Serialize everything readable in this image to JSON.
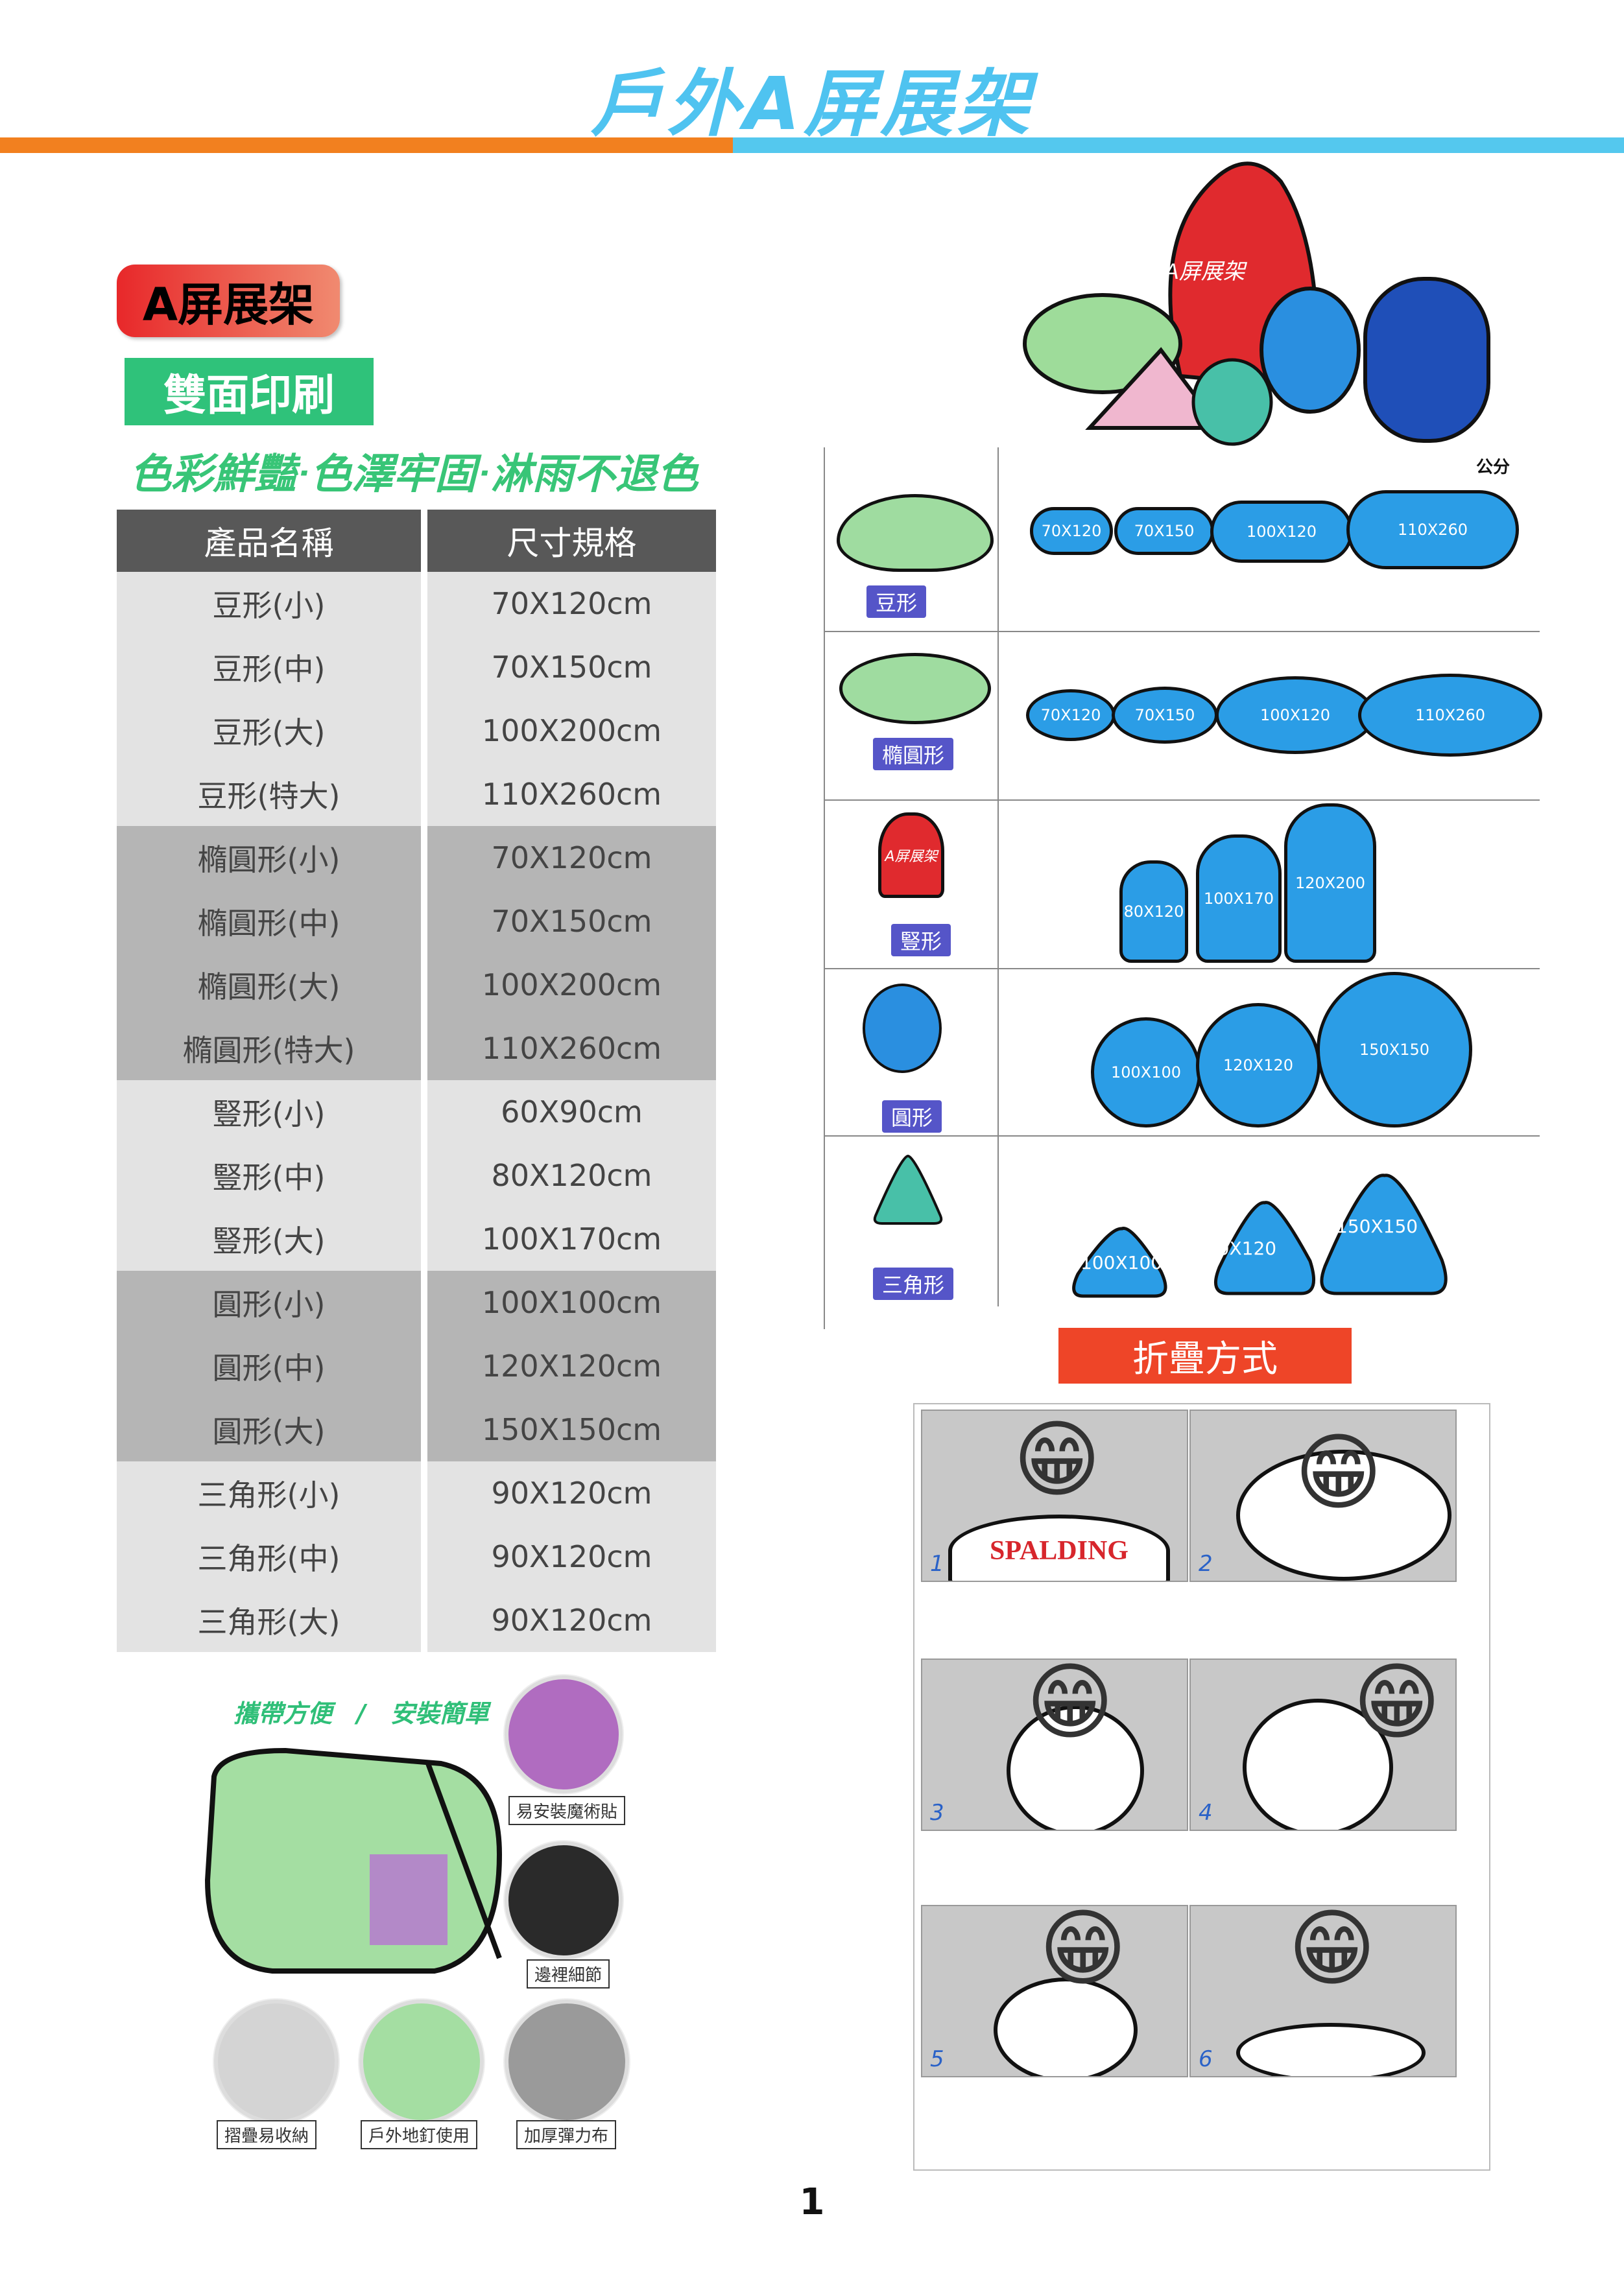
{
  "header": {
    "title": "戶外A屏展架"
  },
  "badges": {
    "product": "A屏展架",
    "printing": "雙面印刷"
  },
  "tagline": "色彩鮮豔‧色澤牢固‧淋雨不退色",
  "spec_table": {
    "headers": [
      "產品名稱",
      "尺寸規格"
    ],
    "rows": [
      {
        "name": "豆形(小)",
        "size": "70X120cm"
      },
      {
        "name": "豆形(中)",
        "size": "70X150cm"
      },
      {
        "name": "豆形(大)",
        "size": "100X200cm"
      },
      {
        "name": "豆形(特大)",
        "size": "110X260cm"
      },
      {
        "name": "橢圓形(小)",
        "size": "70X120cm"
      },
      {
        "name": "橢圓形(中)",
        "size": "70X150cm"
      },
      {
        "name": "橢圓形(大)",
        "size": "100X200cm"
      },
      {
        "name": "橢圓形(特大)",
        "size": "110X260cm"
      },
      {
        "name": "豎形(小)",
        "size": "60X90cm"
      },
      {
        "name": "豎形(中)",
        "size": "80X120cm"
      },
      {
        "name": "豎形(大)",
        "size": "100X170cm"
      },
      {
        "name": "圓形(小)",
        "size": "100X100cm"
      },
      {
        "name": "圓形(中)",
        "size": "120X120cm"
      },
      {
        "name": "圓形(大)",
        "size": "150X150cm"
      },
      {
        "name": "三角形(小)",
        "size": "90X120cm"
      },
      {
        "name": "三角形(中)",
        "size": "90X120cm"
      },
      {
        "name": "三角形(大)",
        "size": "90X120cm"
      }
    ]
  },
  "features": {
    "slogan": "攜帶方便　/　安裝簡單",
    "labels": [
      "易安裝魔術貼",
      "邊裡細節",
      "摺疊易收納",
      "戶外地釘使用",
      "加厚彈力布"
    ]
  },
  "shapes": {
    "unit": "公分",
    "hero_text": "A屏展架",
    "rows": [
      {
        "label": "豆形",
        "sizes": [
          "70X120",
          "70X150",
          "100X120",
          "110X260"
        ]
      },
      {
        "label": "橢圓形",
        "sizes": [
          "70X120",
          "70X150",
          "100X120",
          "110X260"
        ]
      },
      {
        "label": "豎形",
        "sizes": [
          "80X120",
          "100X170",
          "120X200"
        ],
        "icon_text": "A屏展架"
      },
      {
        "label": "圓形",
        "sizes": [
          "100X100",
          "120X120",
          "150X150"
        ]
      },
      {
        "label": "三角形",
        "sizes": [
          "100X100",
          "120X120",
          "150X150"
        ]
      }
    ]
  },
  "folding": {
    "title": "折疊方式",
    "steps": [
      "1",
      "2",
      "3",
      "4",
      "5",
      "6"
    ],
    "brand": "SPALDING"
  },
  "page_number": "1",
  "colors": {
    "orange": "#f2801f",
    "sky": "#54c8ee",
    "shape_blue": "#2b9de6",
    "label_purple": "#5555c8"
  }
}
